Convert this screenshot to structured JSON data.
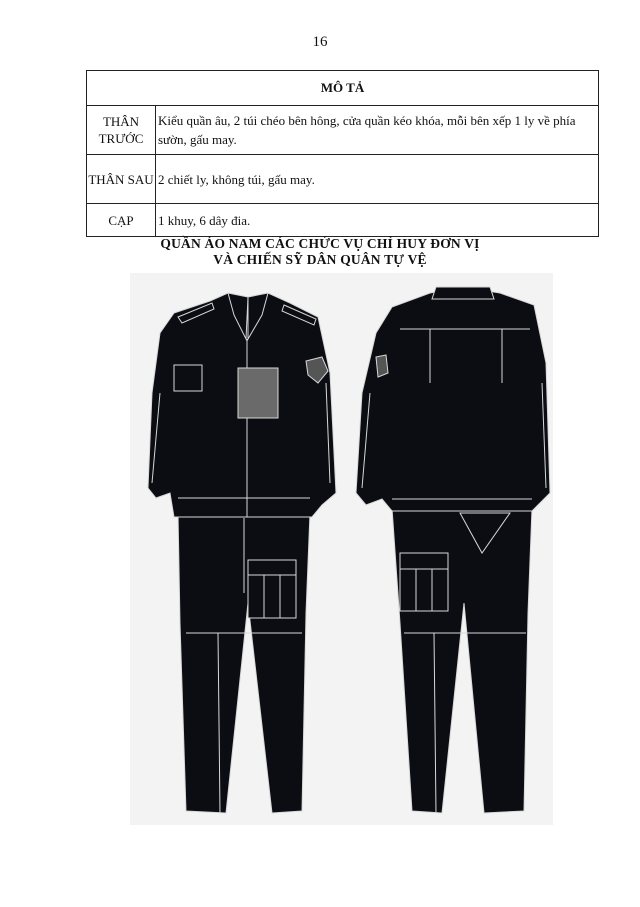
{
  "page_number": "16",
  "table": {
    "header": "MÔ TẢ",
    "rows": [
      {
        "label": "THÂN TRƯỚC",
        "description": "Kiểu quần âu, 2 túi chéo bên hông, cửa quần kéo khóa, mỗi bên xếp 1 ly về phía sườn, gấu may."
      },
      {
        "label": "THÂN SAU",
        "description": "2 chiết ly, không túi, gấu may."
      },
      {
        "label": "CẠP",
        "description": "1 khuy, 6 dây đia."
      }
    ]
  },
  "figure": {
    "title_line1": "QUẦN ÁO NAM CÁC CHỨC VỤ CHỈ HUY ĐƠN VỊ",
    "title_line2": "VÀ CHIẾN SỸ DÂN QUÂN TỰ VỆ"
  },
  "colors": {
    "garment": "#0b0d12",
    "stitch": "#d8d8d8",
    "patch": "#6a6a6a",
    "background": "#f3f3f3"
  }
}
